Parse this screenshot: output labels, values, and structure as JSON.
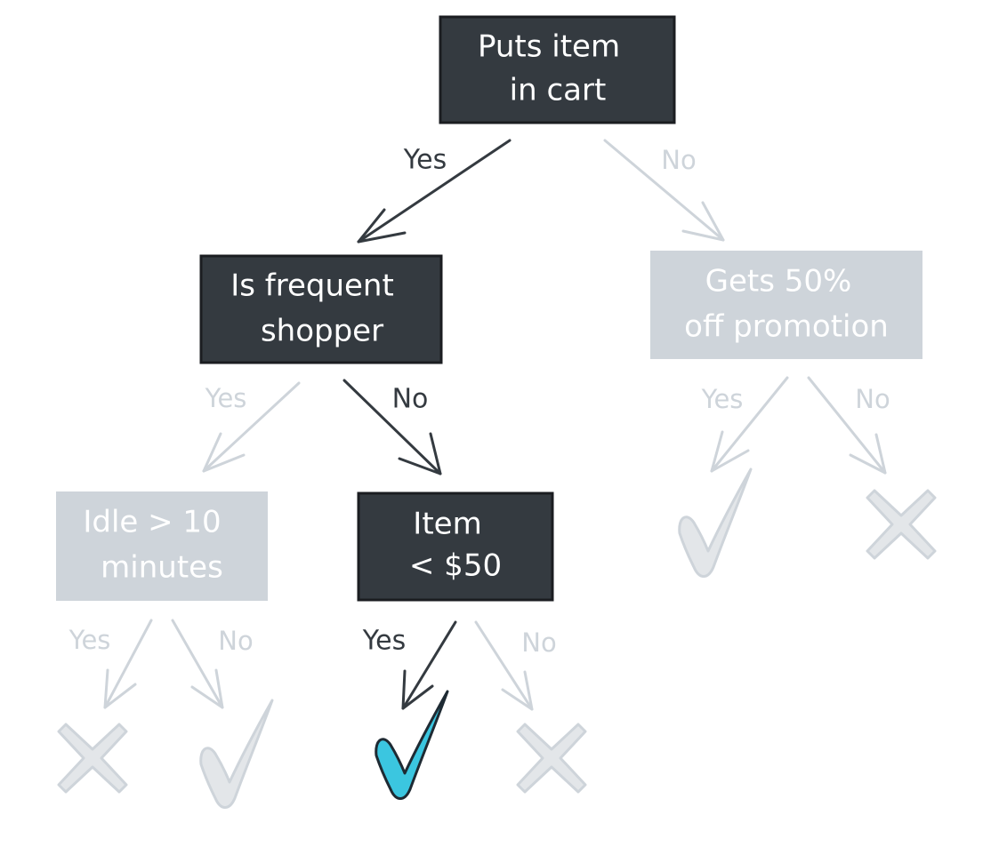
{
  "colors": {
    "active_fill": "#343a40",
    "active_stroke": "#1b1d21",
    "active_text": "#ffffff",
    "inactive_fill": "#ced4da",
    "inactive_text": "#ffffff",
    "active_arrow": "#343a40",
    "inactive_arrow": "#ced4da",
    "inactive_label": "#ced4da",
    "accent_check": "#3bc6e0",
    "accent_check_stroke": "#1e2a33",
    "inactive_mark": "#e3e6e9",
    "inactive_mark_stroke": "#ced4da"
  },
  "nodes": {
    "root": {
      "line1": "Puts item",
      "line2": "in cart",
      "state": "active"
    },
    "frequent": {
      "line1": "Is frequent",
      "line2": "shopper",
      "state": "active"
    },
    "promo": {
      "line1": "Gets 50%",
      "line2": "off promotion",
      "state": "inactive"
    },
    "idle": {
      "line1": "Idle > 10",
      "line2": "minutes",
      "state": "inactive"
    },
    "item": {
      "line1": "Item",
      "line2": "< $50",
      "state": "active"
    }
  },
  "edges": {
    "root_yes": "Yes",
    "root_no": "No",
    "frequent_yes": "Yes",
    "frequent_no": "No",
    "promo_yes": "Yes",
    "promo_no": "No",
    "idle_yes": "Yes",
    "idle_no": "No",
    "item_yes": "Yes",
    "item_no": "No"
  },
  "outcomes": {
    "promo_yes": "check-icon",
    "promo_no": "cross-icon",
    "idle_yes": "cross-icon",
    "idle_no": "check-icon",
    "item_yes": "check-icon",
    "item_no": "cross-icon"
  }
}
